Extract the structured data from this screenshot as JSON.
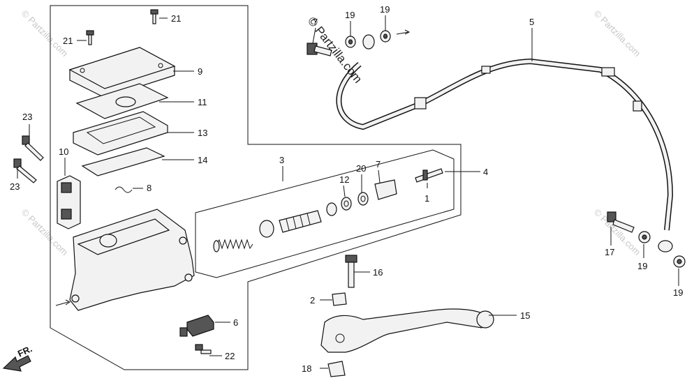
{
  "watermarks": {
    "brand": "© Partzilla.com",
    "overlay": "© Partzilla.com"
  },
  "direction_label": "FR.",
  "callouts": {
    "c1": "1",
    "c2": "2",
    "c3": "3",
    "c4": "4",
    "c5": "5",
    "c6": "6",
    "c7a": "7",
    "c7b": "7",
    "c8": "8",
    "c9": "9",
    "c10": "10",
    "c11": "11",
    "c12": "12",
    "c13": "13",
    "c14": "14",
    "c15": "15",
    "c16": "16",
    "c17": "17",
    "c18": "18",
    "c19a": "19",
    "c19b": "19",
    "c19c": "19",
    "c19d": "19",
    "c20": "20",
    "c21a": "21",
    "c21b": "21",
    "c22": "22",
    "c23a": "23",
    "c23b": "23"
  }
}
